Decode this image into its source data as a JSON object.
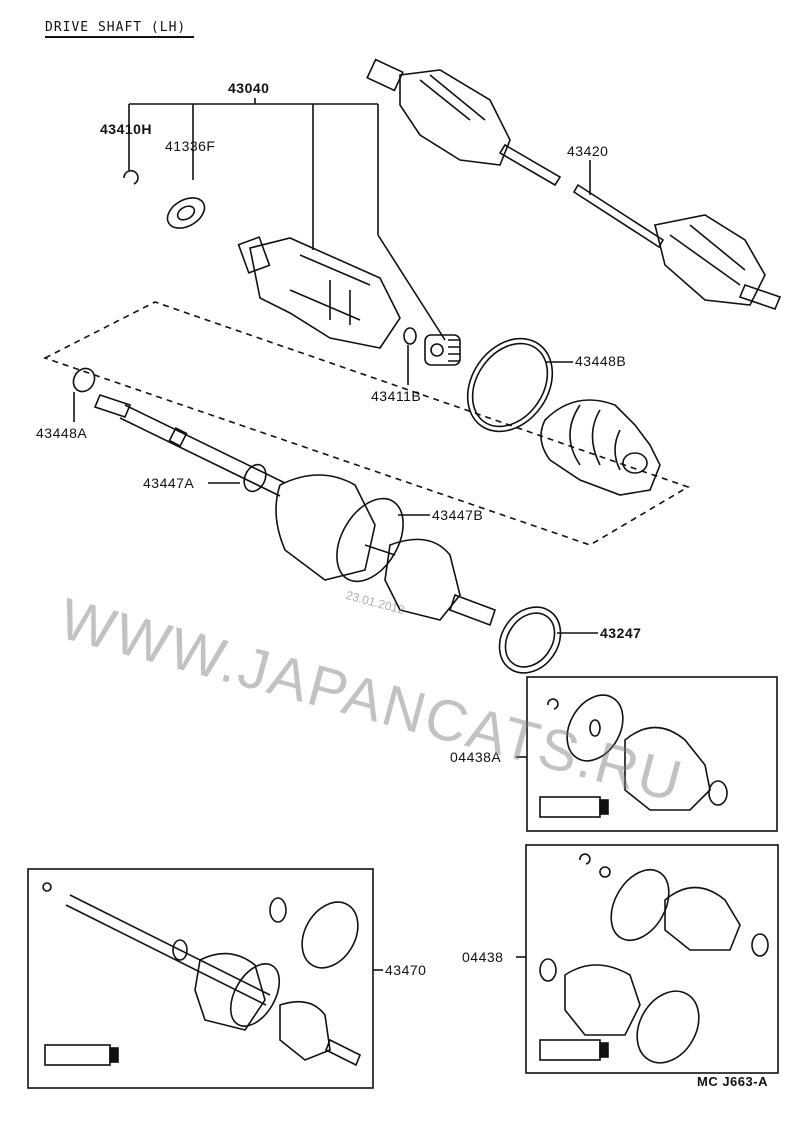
{
  "title": "DRIVE SHAFT (LH)",
  "parts": {
    "p43040": "43040",
    "p43410H": "43410H",
    "p41336F": "41336F",
    "p43420": "43420",
    "p43411B": "43411B",
    "p43448B": "43448B",
    "p43448A": "43448A",
    "p43447A": "43447A",
    "p43447B": "43447B",
    "p43247": "43247",
    "p04438A": "04438A",
    "p04438": "04438",
    "p43470": "43470"
  },
  "diagram_code": "MC J663-A",
  "watermark": {
    "text": "WWW.JAPANCATS.RU",
    "date": "23.01.2012"
  }
}
